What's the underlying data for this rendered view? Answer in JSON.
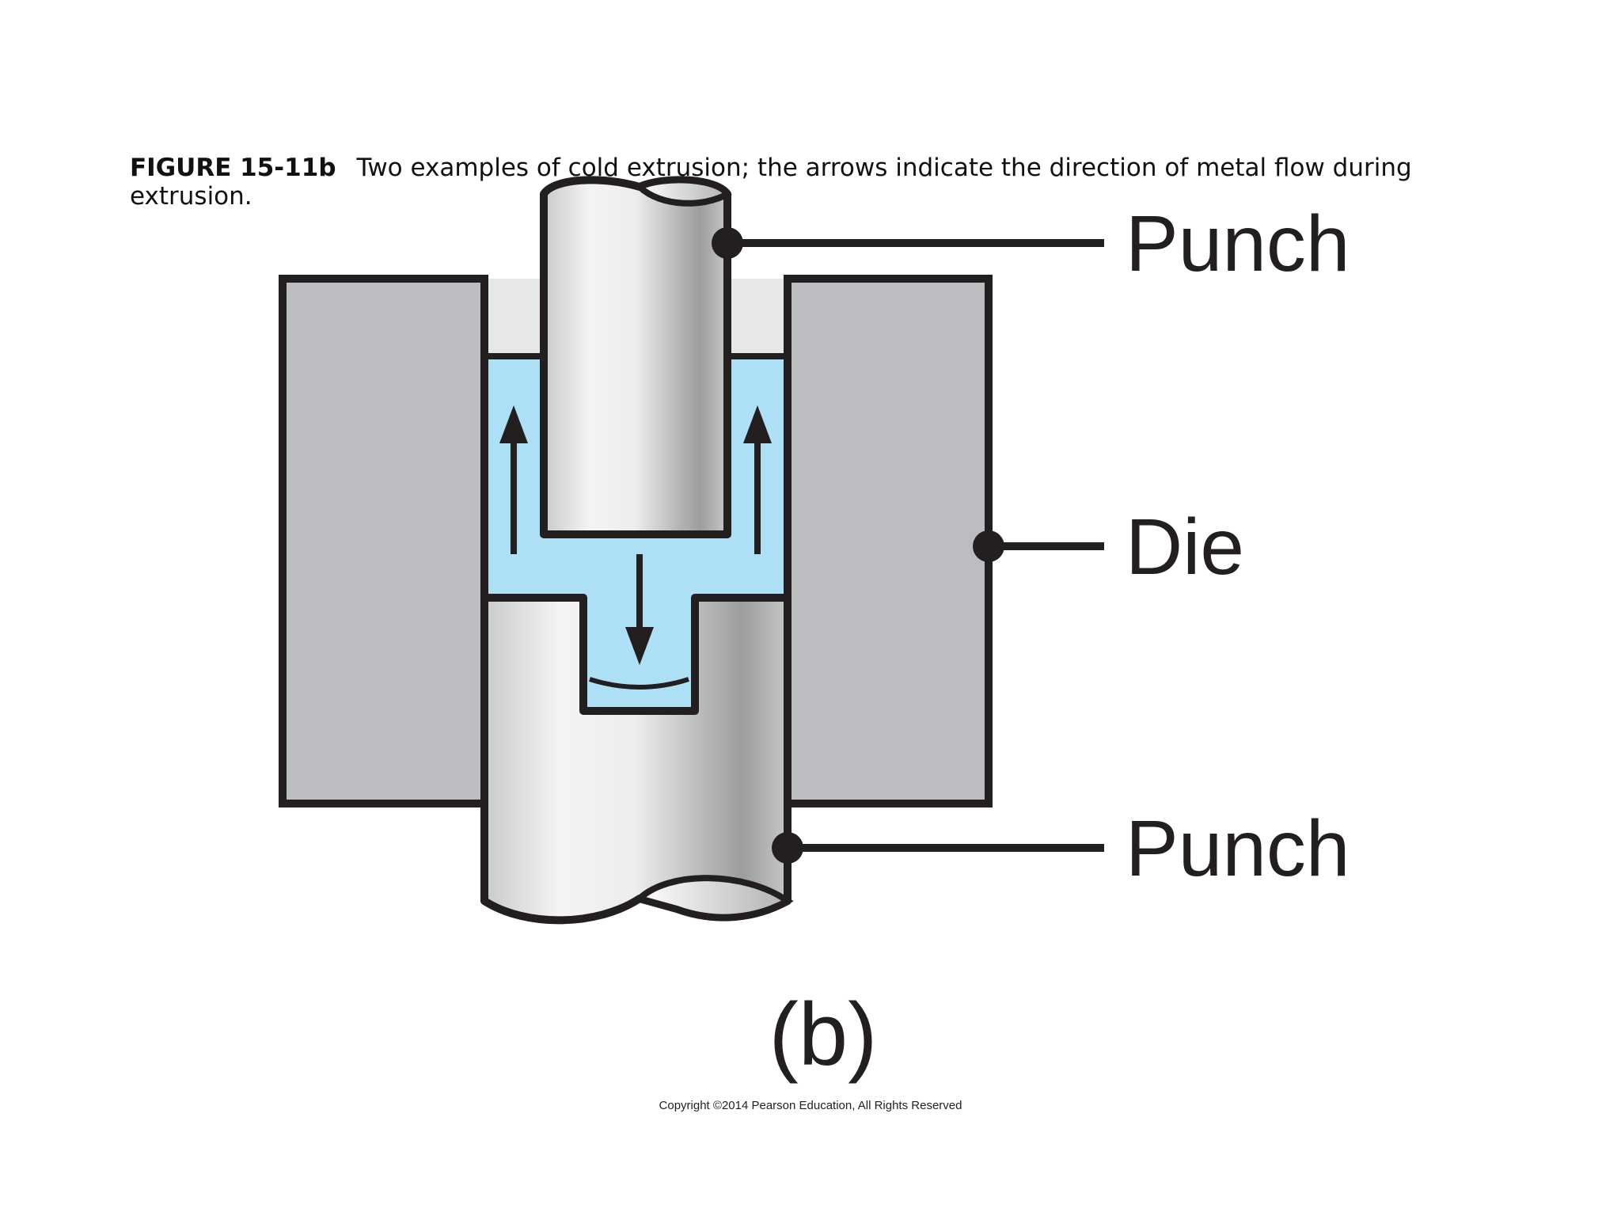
{
  "caption": {
    "figure_label": "FIGURE 15-11b",
    "text": "Two examples of cold extrusion; the arrows indicate the direction of metal flow during extrusion."
  },
  "diagram": {
    "labels": {
      "top_punch": "Punch",
      "die": "Die",
      "bottom_punch": "Punch"
    },
    "sublabel": "(b)",
    "colors": {
      "die": "#bcbdc0",
      "metal": "#aee0f5",
      "clearance": "#e6e7e8",
      "outline": "#231f20"
    }
  },
  "copyright": "Copyright ©2014 Pearson Education, All Rights Reserved"
}
